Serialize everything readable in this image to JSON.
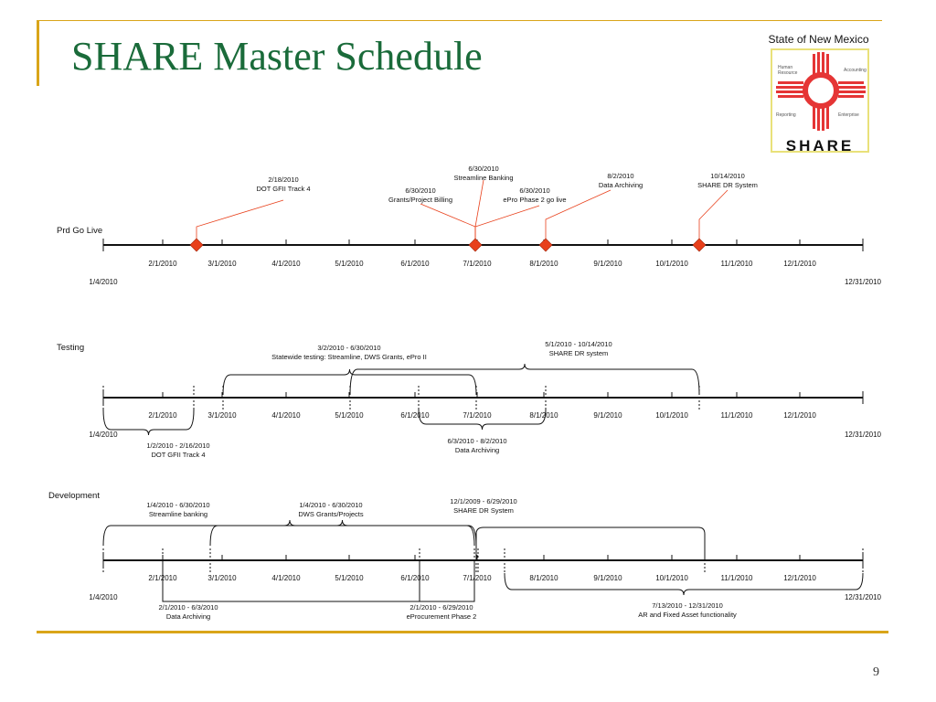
{
  "title": "SHARE Master Schedule",
  "page_number": "9",
  "logo": {
    "header": "State of New Mexico",
    "labels": [
      "Human Resource",
      "Accounting",
      "Reporting",
      "Enterprise"
    ],
    "name": "SHARE"
  },
  "colors": {
    "title": "#1a6b3a",
    "accent": "#d9a519",
    "marker": "#e8401b",
    "logo_red": "#e53535"
  },
  "axis": {
    "start": "1/4/2010",
    "end": "12/31/2010",
    "months": [
      "2/1/2010",
      "3/1/2010",
      "4/1/2010",
      "5/1/2010",
      "6/1/2010",
      "7/1/2010",
      "8/1/2010",
      "9/1/2010",
      "10/1/2010",
      "11/1/2010",
      "12/1/2010"
    ]
  },
  "sections": {
    "prd": {
      "label": "Prd Go Live",
      "milestones": [
        {
          "date": "2/18/2010",
          "lines": [
            "2/18/2010",
            "DOT GFII Track 4"
          ]
        },
        {
          "date": "6/30/2010",
          "lines": [
            "6/30/2010",
            "Streamline Banking"
          ]
        },
        {
          "date": "6/30/2010",
          "lines": [
            "6/30/2010",
            "Grants/Project Billing"
          ]
        },
        {
          "date": "6/30/2010",
          "lines": [
            "6/30/2010",
            "ePro Phase 2 go live"
          ]
        },
        {
          "date": "8/2/2010",
          "lines": [
            "8/2/2010",
            "Data Archiving"
          ]
        },
        {
          "date": "10/14/2010",
          "lines": [
            "10/14/2010",
            "SHARE DR System"
          ]
        }
      ]
    },
    "testing": {
      "label": "Testing",
      "ranges": [
        {
          "start": "1/2/2010",
          "end": "2/16/2010",
          "lines": [
            "1/2/2010 - 2/16/2010",
            "DOT GFII Track 4"
          ]
        },
        {
          "start": "3/2/2010",
          "end": "6/30/2010",
          "lines": [
            "3/2/2010 - 6/30/2010",
            "Statewide testing: Streamline, DWS Grants, ePro II"
          ]
        },
        {
          "start": "5/1/2010",
          "end": "10/14/2010",
          "lines": [
            "5/1/2010 - 10/14/2010",
            "SHARE DR system"
          ]
        },
        {
          "start": "6/3/2010",
          "end": "8/2/2010",
          "lines": [
            "6/3/2010 - 8/2/2010",
            "Data Archiving"
          ]
        }
      ]
    },
    "development": {
      "label": "Development",
      "ranges": [
        {
          "start": "1/4/2010",
          "end": "6/30/2010",
          "lines": [
            "1/4/2010 - 6/30/2010",
            "Streamline banking"
          ]
        },
        {
          "start": "1/4/2010",
          "end": "6/30/2010",
          "lines": [
            "1/4/2010 - 6/30/2010",
            "DWS Grants/Projects"
          ]
        },
        {
          "start": "12/1/2009",
          "end": "6/29/2010",
          "lines": [
            "12/1/2009 - 6/29/2010",
            "SHARE DR System"
          ]
        },
        {
          "start": "2/1/2010",
          "end": "6/3/2010",
          "lines": [
            "2/1/2010 - 6/3/2010",
            "Data Archiving"
          ]
        },
        {
          "start": "2/1/2010",
          "end": "6/29/2010",
          "lines": [
            "2/1/2010 - 6/29/2010",
            "eProcurement Phase 2"
          ]
        },
        {
          "start": "7/13/2010",
          "end": "12/31/2010",
          "lines": [
            "7/13/2010 - 12/31/2010",
            "AR and Fixed Asset functionality"
          ]
        }
      ]
    }
  }
}
